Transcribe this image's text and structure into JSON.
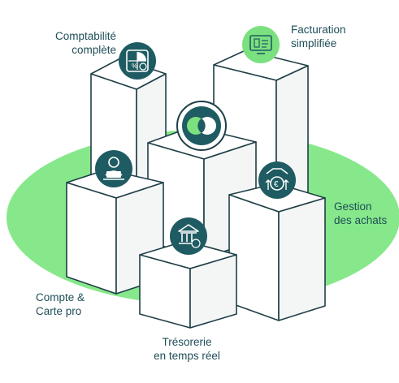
{
  "colors": {
    "ellipse": "#86e88a",
    "block_stroke": "#1f3f47",
    "block_top": "#ffffff",
    "block_left": "#ffffff",
    "block_right": "#f4f6f6",
    "badge_dark": "#1f5b62",
    "badge_light": "#7be07f",
    "label_text": "#1f4e58"
  },
  "labels": {
    "comptabilite": {
      "line1": "Comptabilité",
      "line2": "complète"
    },
    "facturation": {
      "line1": "Facturation",
      "line2": "simplifiée"
    },
    "achats": {
      "line1": "Gestion",
      "line2": "des achats"
    },
    "compte": {
      "line1": "Compte &",
      "line2": "Carte pro"
    },
    "tresorerie": {
      "line1": "Trésorerie",
      "line2": "en temps réel"
    }
  },
  "icons": {
    "comptabilite": "pie-chart-calculator-icon",
    "facturation": "invoice-screen-icon",
    "center": "brand-logo-icon",
    "compte": "user-laptop-icon",
    "achats": "handshake-euro-icon",
    "tresorerie": "bank-euro-icon"
  }
}
